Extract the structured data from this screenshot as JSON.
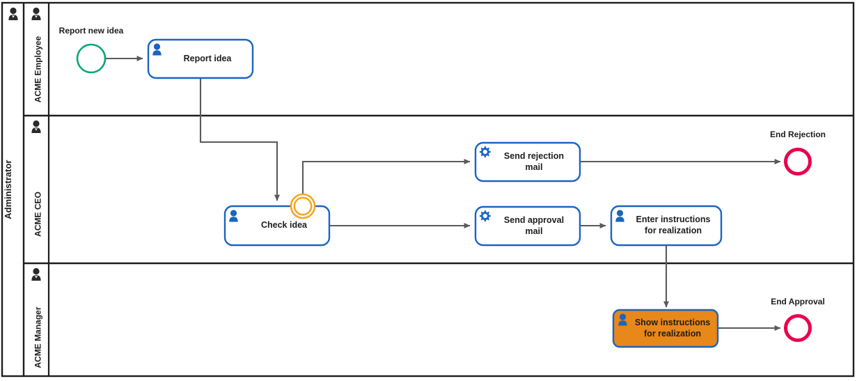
{
  "diagram": {
    "type": "bpmn-process",
    "pool": {
      "name": "Administrator"
    },
    "lanes": [
      {
        "id": "lane-employee",
        "name": "ACME Employee",
        "icon": "user-icon"
      },
      {
        "id": "lane-ceo",
        "name": "ACME CEO",
        "icon": "user-icon"
      },
      {
        "id": "lane-manager",
        "name": "ACME Manager",
        "icon": "user-icon"
      }
    ],
    "events": [
      {
        "id": "start-report-new-idea",
        "label": "Report new idea",
        "kind": "start-event",
        "color": "#00a878"
      },
      {
        "id": "boundary-check-idea",
        "label": "",
        "kind": "boundary-event",
        "color": "#f5a623"
      },
      {
        "id": "end-rejection",
        "label": "End Rejection",
        "kind": "end-event",
        "color": "#e8004c"
      },
      {
        "id": "end-approval",
        "label": "End Approval",
        "kind": "end-event",
        "color": "#e8004c"
      }
    ],
    "tasks": [
      {
        "id": "task-report-idea",
        "label": "Report idea",
        "icon": "user-task-icon",
        "fill": "#ffffff",
        "stroke": "#1a65c0"
      },
      {
        "id": "task-check-idea",
        "label": "Check idea",
        "icon": "user-task-icon",
        "fill": "#ffffff",
        "stroke": "#1a65c0"
      },
      {
        "id": "task-send-rejection-mail",
        "label": "Send rejection mail",
        "line1": "Send rejection",
        "line2": "mail",
        "icon": "service-task-gear-icon",
        "fill": "#ffffff",
        "stroke": "#1a65c0"
      },
      {
        "id": "task-send-approval-mail",
        "label": "Send approval mail",
        "line1": "Send approval",
        "line2": "mail",
        "icon": "service-task-gear-icon",
        "fill": "#ffffff",
        "stroke": "#1a65c0"
      },
      {
        "id": "task-enter-instructions",
        "label": "Enter instructions for realization",
        "line1": "Enter instructions",
        "line2": "for realization",
        "icon": "user-task-icon",
        "fill": "#ffffff",
        "stroke": "#1a65c0"
      },
      {
        "id": "task-show-instructions",
        "label": "Show instructions for realization",
        "line1": "Show instructions",
        "line2": "for realization",
        "icon": "user-task-icon",
        "fill": "#e8871a",
        "stroke": "#1a65c0"
      }
    ],
    "colors": {
      "pool_border": "#1d1d1d",
      "flow_line": "#5a5a5a",
      "task_stroke": "#1a65c0",
      "task_icon": "#1a65c0",
      "start_event": "#00a878",
      "end_event": "#e8004c",
      "boundary_event": "#f5a623",
      "highlight_fill": "#e8871a",
      "text": "#1d1d1d"
    }
  }
}
